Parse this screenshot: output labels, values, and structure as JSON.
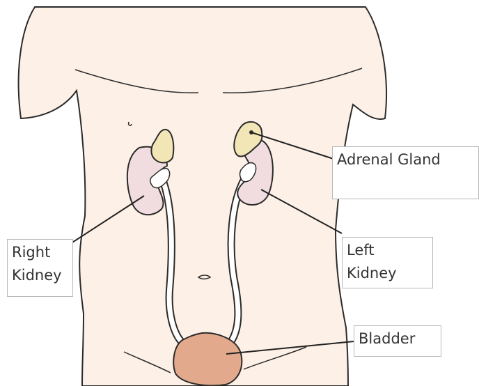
{
  "labels": {
    "adrenal_gland": "Adrenal Gland",
    "left_kidney": [
      "Left",
      "Kidney"
    ],
    "right_kidney": [
      "Right",
      "Kidney"
    ],
    "bladder": "Bladder"
  },
  "colors": {
    "skin": "#fdf0e6",
    "outline": "#2b2b2b",
    "kidney": "#f1dde0",
    "adrenal": "#f3e6b6",
    "bladder": "#e2a98c",
    "leader_line": "#222222",
    "label_border": "#b8b8b8"
  }
}
